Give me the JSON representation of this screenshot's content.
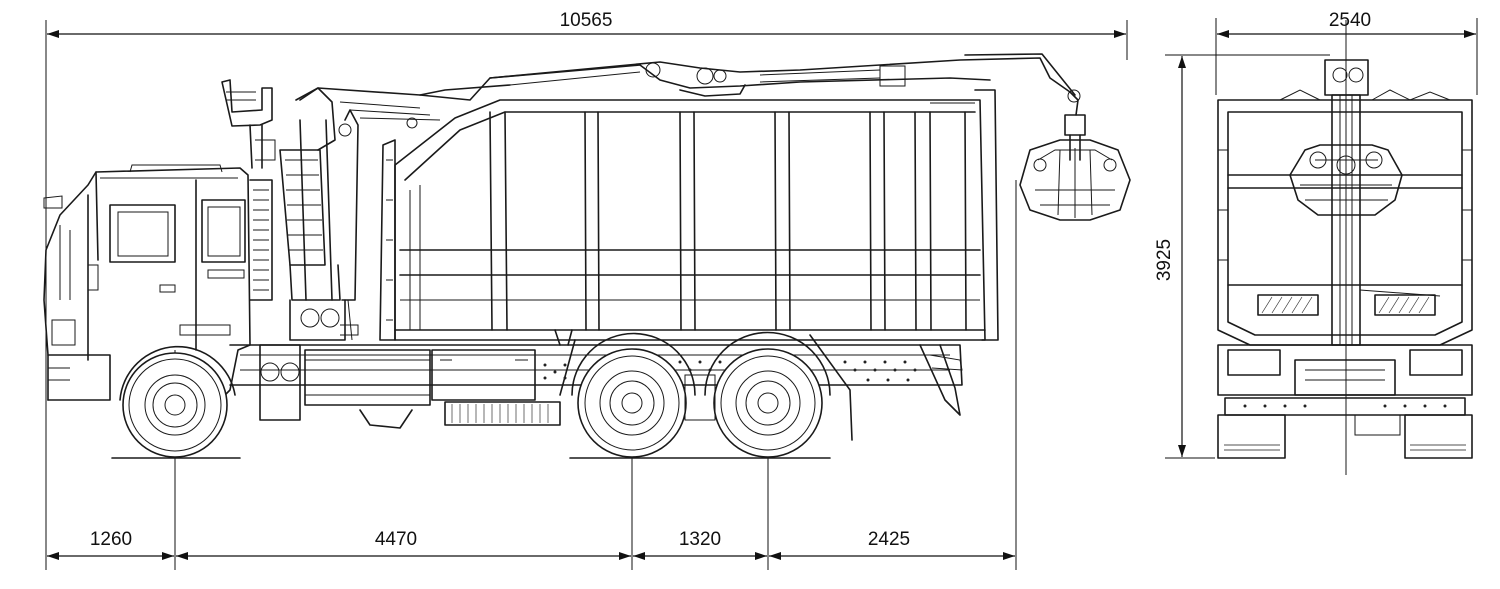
{
  "dimensions": {
    "overall_length": "10565",
    "front_overhang": "1260",
    "wheelbase_front": "4470",
    "axle_spacing": "1320",
    "rear_overhang": "2425",
    "overall_width": "2540",
    "overall_height": "3925"
  }
}
